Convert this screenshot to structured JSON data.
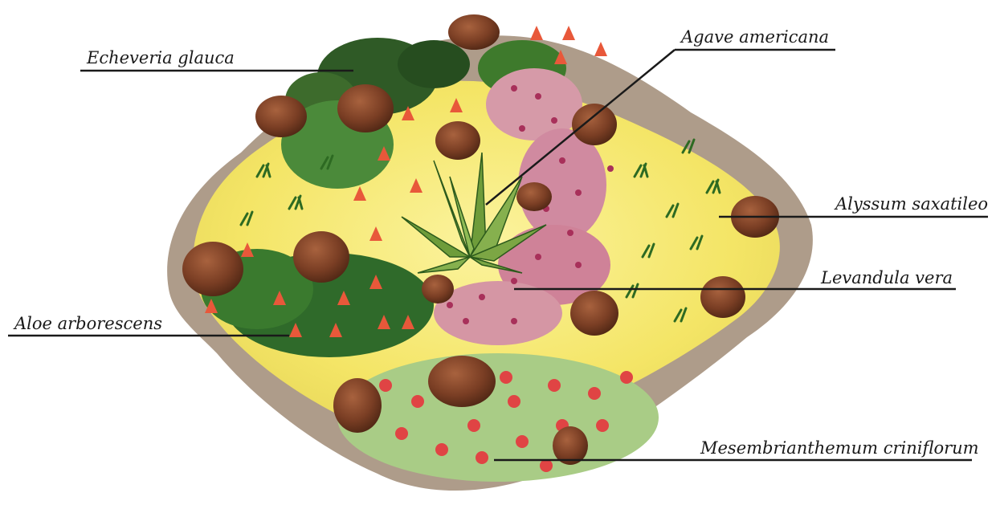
{
  "colors": {
    "sand": "#f3e56a",
    "sand_light": "#faf09a",
    "soil": "#5a3a22",
    "stone": "#6e3a22",
    "stone_light": "#9a5a3a",
    "leaf_dark": "#1f4a1f",
    "leaf": "#3a7a2a",
    "agave": "#6f9a3a",
    "aloe_red": "#e85a3a",
    "lavender": "#c0507a",
    "mesemb_red": "#e24848",
    "mesemb_leaf": "#9cc67a",
    "line": "#1a1a1a"
  },
  "labels": {
    "echeveria": "Echeveria glauca",
    "agave": "Agave americana",
    "alyssum": "Alyssum saxatileo",
    "lavandula": "Levandula vera",
    "aloe": "Aloe arborescens",
    "mesembrianthemum": "Mesembrianthemum criniflorum"
  }
}
